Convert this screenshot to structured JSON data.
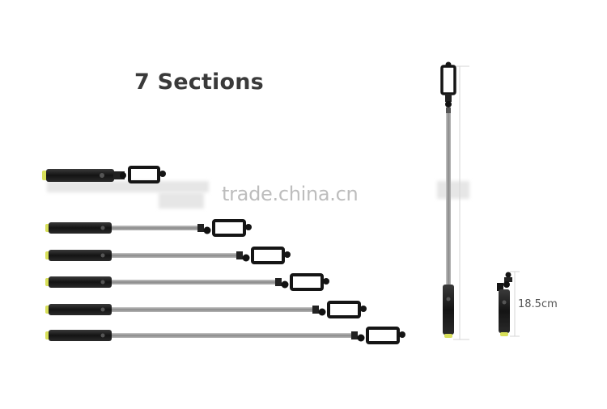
{
  "title": "7 Sections",
  "watermark": "trade.china.cn",
  "folded_length_label": "18.5cm",
  "colors": {
    "handle": "#1c1c1c",
    "tube": "#9a9a9a",
    "clamp": "#151515",
    "end_cap": "#d8e05a"
  }
}
